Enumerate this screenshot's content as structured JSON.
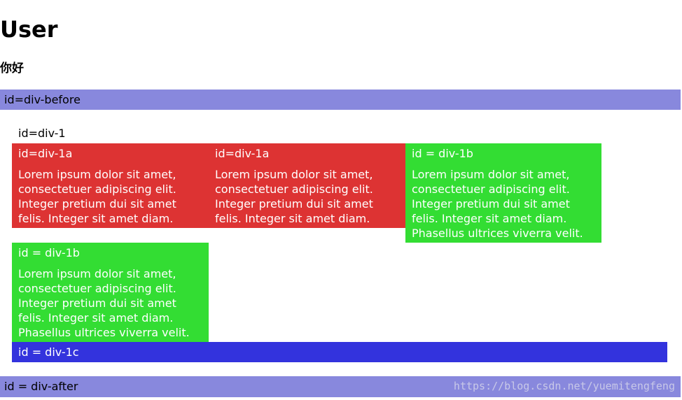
{
  "header": {
    "title": "User",
    "subtitle": "你好"
  },
  "div_before": {
    "label": "id=div-before"
  },
  "div_1": {
    "label": "id=div-1",
    "boxes": [
      {
        "id_label": "id=div-1a",
        "text": "Lorem ipsum dolor sit amet, consectetuer adipiscing elit. Integer pretium dui sit amet felis. Integer sit amet diam."
      },
      {
        "id_label": "id=div-1a",
        "text": "Lorem ipsum dolor sit amet, consectetuer adipiscing elit. Integer pretium dui sit amet felis. Integer sit amet diam."
      },
      {
        "id_label": "id = div-1b",
        "text": "Lorem ipsum dolor sit amet, consectetuer adipiscing elit. Integer pretium dui sit amet felis. Integer sit amet diam. Phasellus ultrices viverra velit."
      },
      {
        "id_label": "id = div-1b",
        "text": "Lorem ipsum dolor sit amet, consectetuer adipiscing elit. Integer pretium dui sit amet felis. Integer sit amet diam. Phasellus ultrices viverra velit."
      }
    ],
    "footer_label": "id = div-1c"
  },
  "div_after": {
    "label": "id = div-after"
  },
  "watermark": "https://blog.csdn.net/yuemitengfeng",
  "colors": {
    "div_before_after": "#8888dd",
    "div_1a": "#dd3333",
    "div_1b": "#33dd33",
    "div_1c": "#3333dd"
  }
}
